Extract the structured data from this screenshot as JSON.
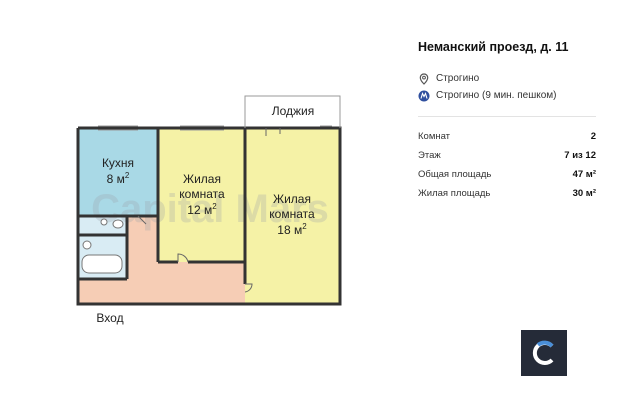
{
  "plan": {
    "rooms": {
      "loggia": "Лоджия",
      "kitchen_name": "Кухня",
      "kitchen_area": "8 м",
      "living1_name_line1": "Жилая",
      "living1_name_line2": "комната",
      "living1_area": "12 м",
      "living2_name_line1": "Жилая",
      "living2_name_line2": "комната",
      "living2_area": "18 м",
      "entrance": "Вход",
      "area_sup": "2"
    },
    "watermark": "Capital Mars",
    "colors": {
      "kitchen": "#a9d9e6",
      "living": "#f5f2a6",
      "hall": "#f6cdb5",
      "bath": "#d9ecf4",
      "wall": "#333333"
    }
  },
  "listing": {
    "address": "Неманский проезд, д. 11",
    "district": "Строгино",
    "metro": "Строгино (9 мин. пешком)",
    "params": [
      {
        "label": "Комнат",
        "value": "2"
      },
      {
        "label": "Этаж",
        "value": "7 из 12"
      },
      {
        "label": "Общая площадь",
        "value": "47 м²"
      },
      {
        "label": "Жилая площадь",
        "value": "30 м²"
      }
    ]
  },
  "icons": {
    "location": "location-pin-icon",
    "metro": "metro-icon",
    "logo": "brand-logo-icon"
  }
}
